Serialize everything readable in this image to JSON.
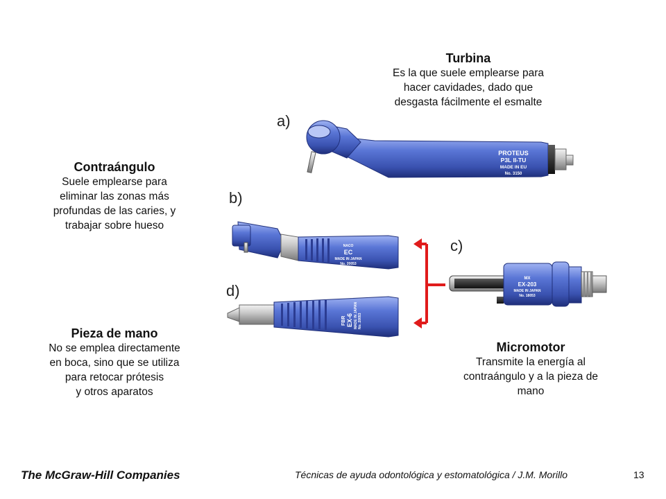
{
  "turbina": {
    "title": "Turbina",
    "lines": [
      "Es la que suele emplearse para",
      "hacer cavidades, dado que",
      "desgasta fácilmente el esmalte"
    ]
  },
  "contraangulo": {
    "title": "Contraángulo",
    "lines": [
      "Suele emplearse para",
      "eliminar las zonas más",
      "profundas de las caries, y",
      "trabajar sobre hueso"
    ]
  },
  "pieza": {
    "title": "Pieza de mano",
    "lines": [
      "No se emplea directamente",
      "en boca, sino que se utiliza",
      "para retocar prótesis",
      "y otros aparatos"
    ]
  },
  "micromotor": {
    "title": "Micromotor",
    "lines": [
      "Transmite la energía al",
      "contraángulo y a la pieza de",
      "mano"
    ]
  },
  "labels": {
    "a": "a)",
    "b": "b)",
    "c": "c)",
    "d": "d)"
  },
  "tool_text": {
    "turbine": [
      "PROTEUS",
      "P3L II-TU",
      "MADE IN EU",
      "No. 3150"
    ],
    "contra": [
      "NACO",
      "EC",
      "MADE IN JAPAN",
      "No. 20053"
    ],
    "micro": [
      "MX",
      "EX-203",
      "MADE IN JAPAN",
      "No. 18053"
    ],
    "piece": [
      "FBR",
      "EX-6",
      "MADE IN JAPAN",
      "No. 20053"
    ]
  },
  "colors": {
    "tool_blue": "#4a66c8",
    "tool_dark": "#1f2f7a",
    "arrow_red": "#e01b1b"
  },
  "footer": {
    "publisher": "The McGraw-Hill Companies",
    "book": "Técnicas de ayuda odontológica y estomatológica / J.M. Morillo",
    "page": "13"
  }
}
